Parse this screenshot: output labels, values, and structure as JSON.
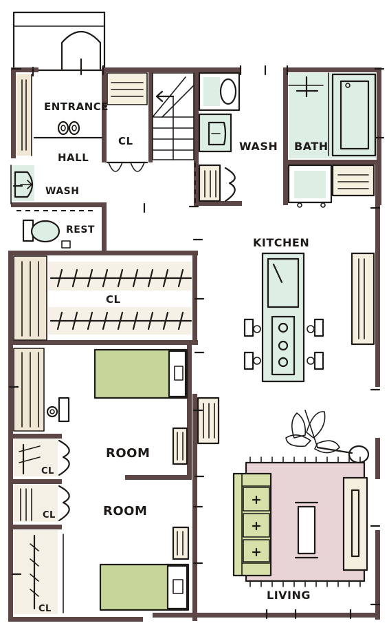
{
  "labels": {
    "entrance": "ENTRANCE",
    "hall": "HALL",
    "closet_entrance": "CL",
    "wash_small": "WASH",
    "rest": "REST",
    "wash": "WASH",
    "bath": "BATH",
    "kitchen": "KITCHEN",
    "closet_large": "CL",
    "room_upper": "ROOM",
    "room_lower": "ROOM",
    "closet_1": "CL",
    "closet_2": "CL",
    "closet_3": "CL",
    "living": "LIVING"
  },
  "colors": {
    "wall": "#5c4646",
    "ink": "#1e1a18",
    "closet": "#efe6d4",
    "wet_area": "#ddeee5",
    "bed": "#c6d69a",
    "sofa": "#d6e0a8",
    "rug": "#e8d3d7",
    "plant": "#cfe0a6"
  }
}
